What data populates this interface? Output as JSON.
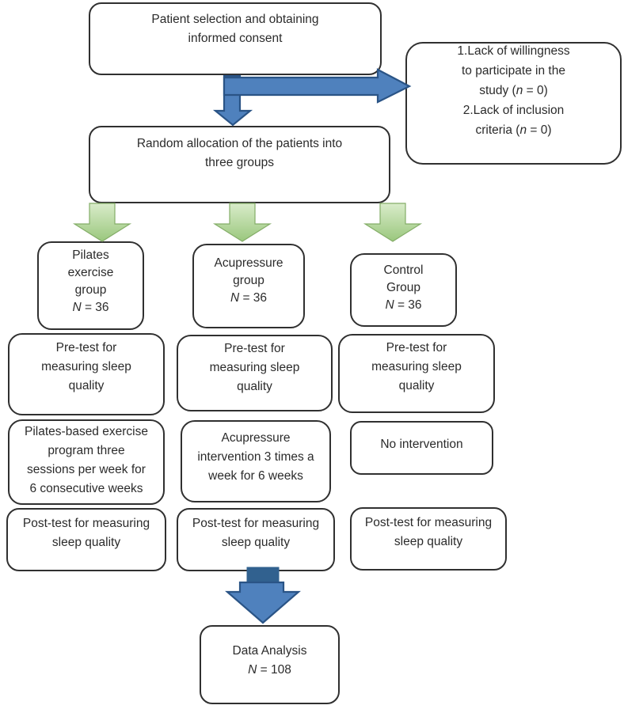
{
  "colors": {
    "page-bg": "#ffffff",
    "box-fill": "#ffffff",
    "box-border": "#303030",
    "text": "#2b2b2b",
    "blue-fill": "#4f81bd",
    "blue-border": "#2a5486",
    "blue-dark": "#31618f",
    "green-top": "#d9ecca",
    "green-bottom": "#9ac77d",
    "green-border": "#84ad68"
  },
  "boxes": {
    "consent": {
      "l1": "Patient selection and obtaining",
      "l2": "informed consent"
    },
    "exclusion": {
      "l1": "1.Lack of willingness",
      "l2": "to participate in the",
      "l3_pre": "study (",
      "l3_it": "n",
      "l3_post": " = 0)",
      "l4": "2.Lack of inclusion",
      "l5_pre": "criteria (",
      "l5_it": "n",
      "l5_post": " = 0)"
    },
    "random": {
      "l1": "Random allocation of the patients into",
      "l2": "three groups"
    },
    "pilates_group": {
      "l1": "Pilates",
      "l2": "exercise",
      "l3": "group",
      "n_it": "N",
      "n_post": " = 36"
    },
    "acupressure_group": {
      "l1": "Acupressure",
      "l2": "group",
      "n_it": "N",
      "n_post": " = 36"
    },
    "control_group": {
      "l1": "Control",
      "l2": "Group",
      "n_it": "N",
      "n_post": " = 36"
    },
    "pretest": {
      "l1": "Pre-test for",
      "l2": "measuring sleep",
      "l3": "quality"
    },
    "pilates_intervention": {
      "l1": "Pilates-based exercise",
      "l2": "program three",
      "l3": "sessions per week for",
      "l4": "6 consecutive weeks"
    },
    "acupressure_intervention": {
      "l1": "Acupressure",
      "l2": "intervention 3 times a",
      "l3": "week for 6 weeks"
    },
    "no_intervention": {
      "l1": "No intervention"
    },
    "posttest": {
      "l1": "Post-test for measuring",
      "l2": "sleep quality"
    },
    "data_analysis": {
      "l1": "Data Analysis",
      "n_it": "N",
      "n_post": " = 108"
    }
  }
}
